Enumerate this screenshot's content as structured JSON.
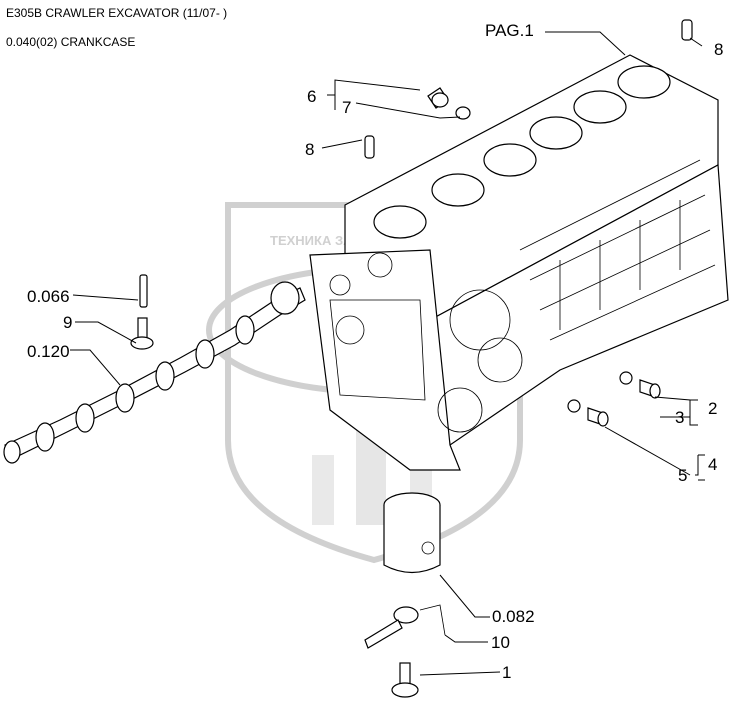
{
  "header": {
    "model": "E305B CRAWLER EXCAVATOR (11/07- )",
    "section": "0.040(02) CRANKCASE"
  },
  "watermark": {
    "text": "ТЕХНИКА ЗАПЧАСТИ",
    "logo_text": "ЭП"
  },
  "callouts": {
    "pag1": "PAG.1",
    "item_8_top": "8",
    "item_6": "6",
    "item_7": "7",
    "item_8_left": "8",
    "item_0066": "0.066",
    "item_9": "9",
    "item_0120": "0.120",
    "item_3": "3",
    "item_2": "2",
    "item_5": "5",
    "item_4": "4",
    "item_0082": "0.082",
    "item_10": "10",
    "item_1": "1"
  }
}
